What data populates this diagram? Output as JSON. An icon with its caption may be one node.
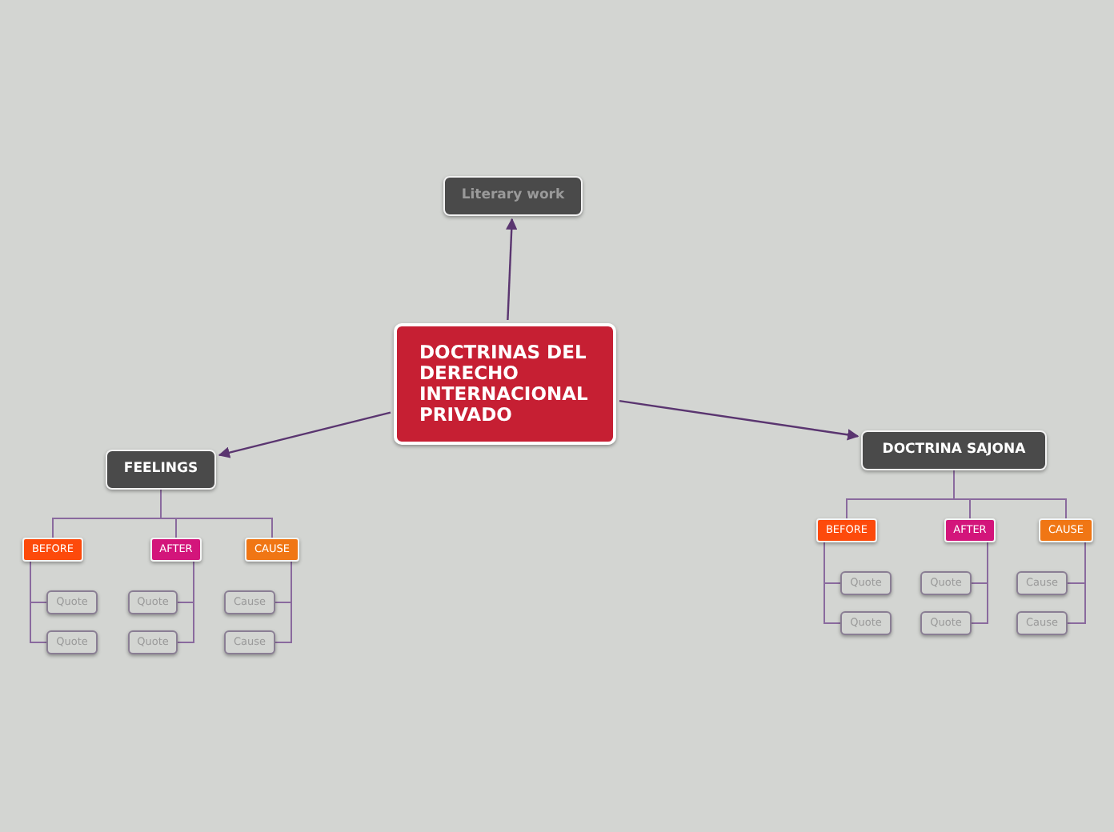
{
  "diagram": {
    "nodes": [
      {
        "text": [
          "DOCTRINAS DEL DERECHO INTERNACIONAL PRIVADO"
        ]
      },
      {
        "text": [
          "Literary work"
        ]
      },
      {
        "text": [
          "FEELINGS"
        ]
      },
      {
        "text": [
          "BEFORE"
        ]
      },
      {
        "text": [
          "AFTER"
        ]
      },
      {
        "text": [
          "CAUSE"
        ]
      },
      {
        "text": [
          "Quote"
        ]
      },
      {
        "text": [
          "Quote"
        ]
      },
      {
        "text": [
          "Quote"
        ]
      },
      {
        "text": [
          "Quote"
        ]
      },
      {
        "text": [
          "Cause"
        ]
      },
      {
        "text": [
          "Cause"
        ]
      },
      {
        "text": [
          "DOCTRINA SAJONA"
        ]
      },
      {
        "text": [
          "BEFORE"
        ]
      },
      {
        "text": [
          "AFTER"
        ]
      },
      {
        "text": [
          "CAUSE"
        ]
      },
      {
        "text": [
          "Quote"
        ]
      },
      {
        "text": [
          "Quote"
        ]
      },
      {
        "text": [
          "Quote"
        ]
      },
      {
        "text": [
          "Quote"
        ]
      },
      {
        "text": [
          "Cause"
        ]
      },
      {
        "text": [
          "Cause"
        ]
      }
    ],
    "edges": [
      {
        "from": 0,
        "to": 1,
        "arrow": "to"
      },
      {
        "from": 0,
        "to": 2,
        "arrow": "to"
      },
      {
        "from": 0,
        "to": 12,
        "arrow": "to"
      },
      {
        "from": 2,
        "to": 3,
        "arrow": "none"
      },
      {
        "from": 2,
        "to": 4,
        "arrow": "none"
      },
      {
        "from": 2,
        "to": 5,
        "arrow": "none"
      },
      {
        "from": 3,
        "to": 6,
        "arrow": "none"
      },
      {
        "from": 3,
        "to": 7,
        "arrow": "none"
      },
      {
        "from": 4,
        "to": 8,
        "arrow": "none"
      },
      {
        "from": 4,
        "to": 9,
        "arrow": "none"
      },
      {
        "from": 5,
        "to": 10,
        "arrow": "none"
      },
      {
        "from": 5,
        "to": 11,
        "arrow": "none"
      },
      {
        "from": 12,
        "to": 13,
        "arrow": "none"
      },
      {
        "from": 12,
        "to": 14,
        "arrow": "none"
      },
      {
        "from": 12,
        "to": 15,
        "arrow": "none"
      },
      {
        "from": 13,
        "to": 16,
        "arrow": "none"
      },
      {
        "from": 13,
        "to": 17,
        "arrow": "none"
      },
      {
        "from": 14,
        "to": 18,
        "arrow": "none"
      },
      {
        "from": 14,
        "to": 19,
        "arrow": "none"
      },
      {
        "from": 15,
        "to": 20,
        "arrow": "none"
      },
      {
        "from": 15,
        "to": 21,
        "arrow": "none"
      }
    ]
  }
}
